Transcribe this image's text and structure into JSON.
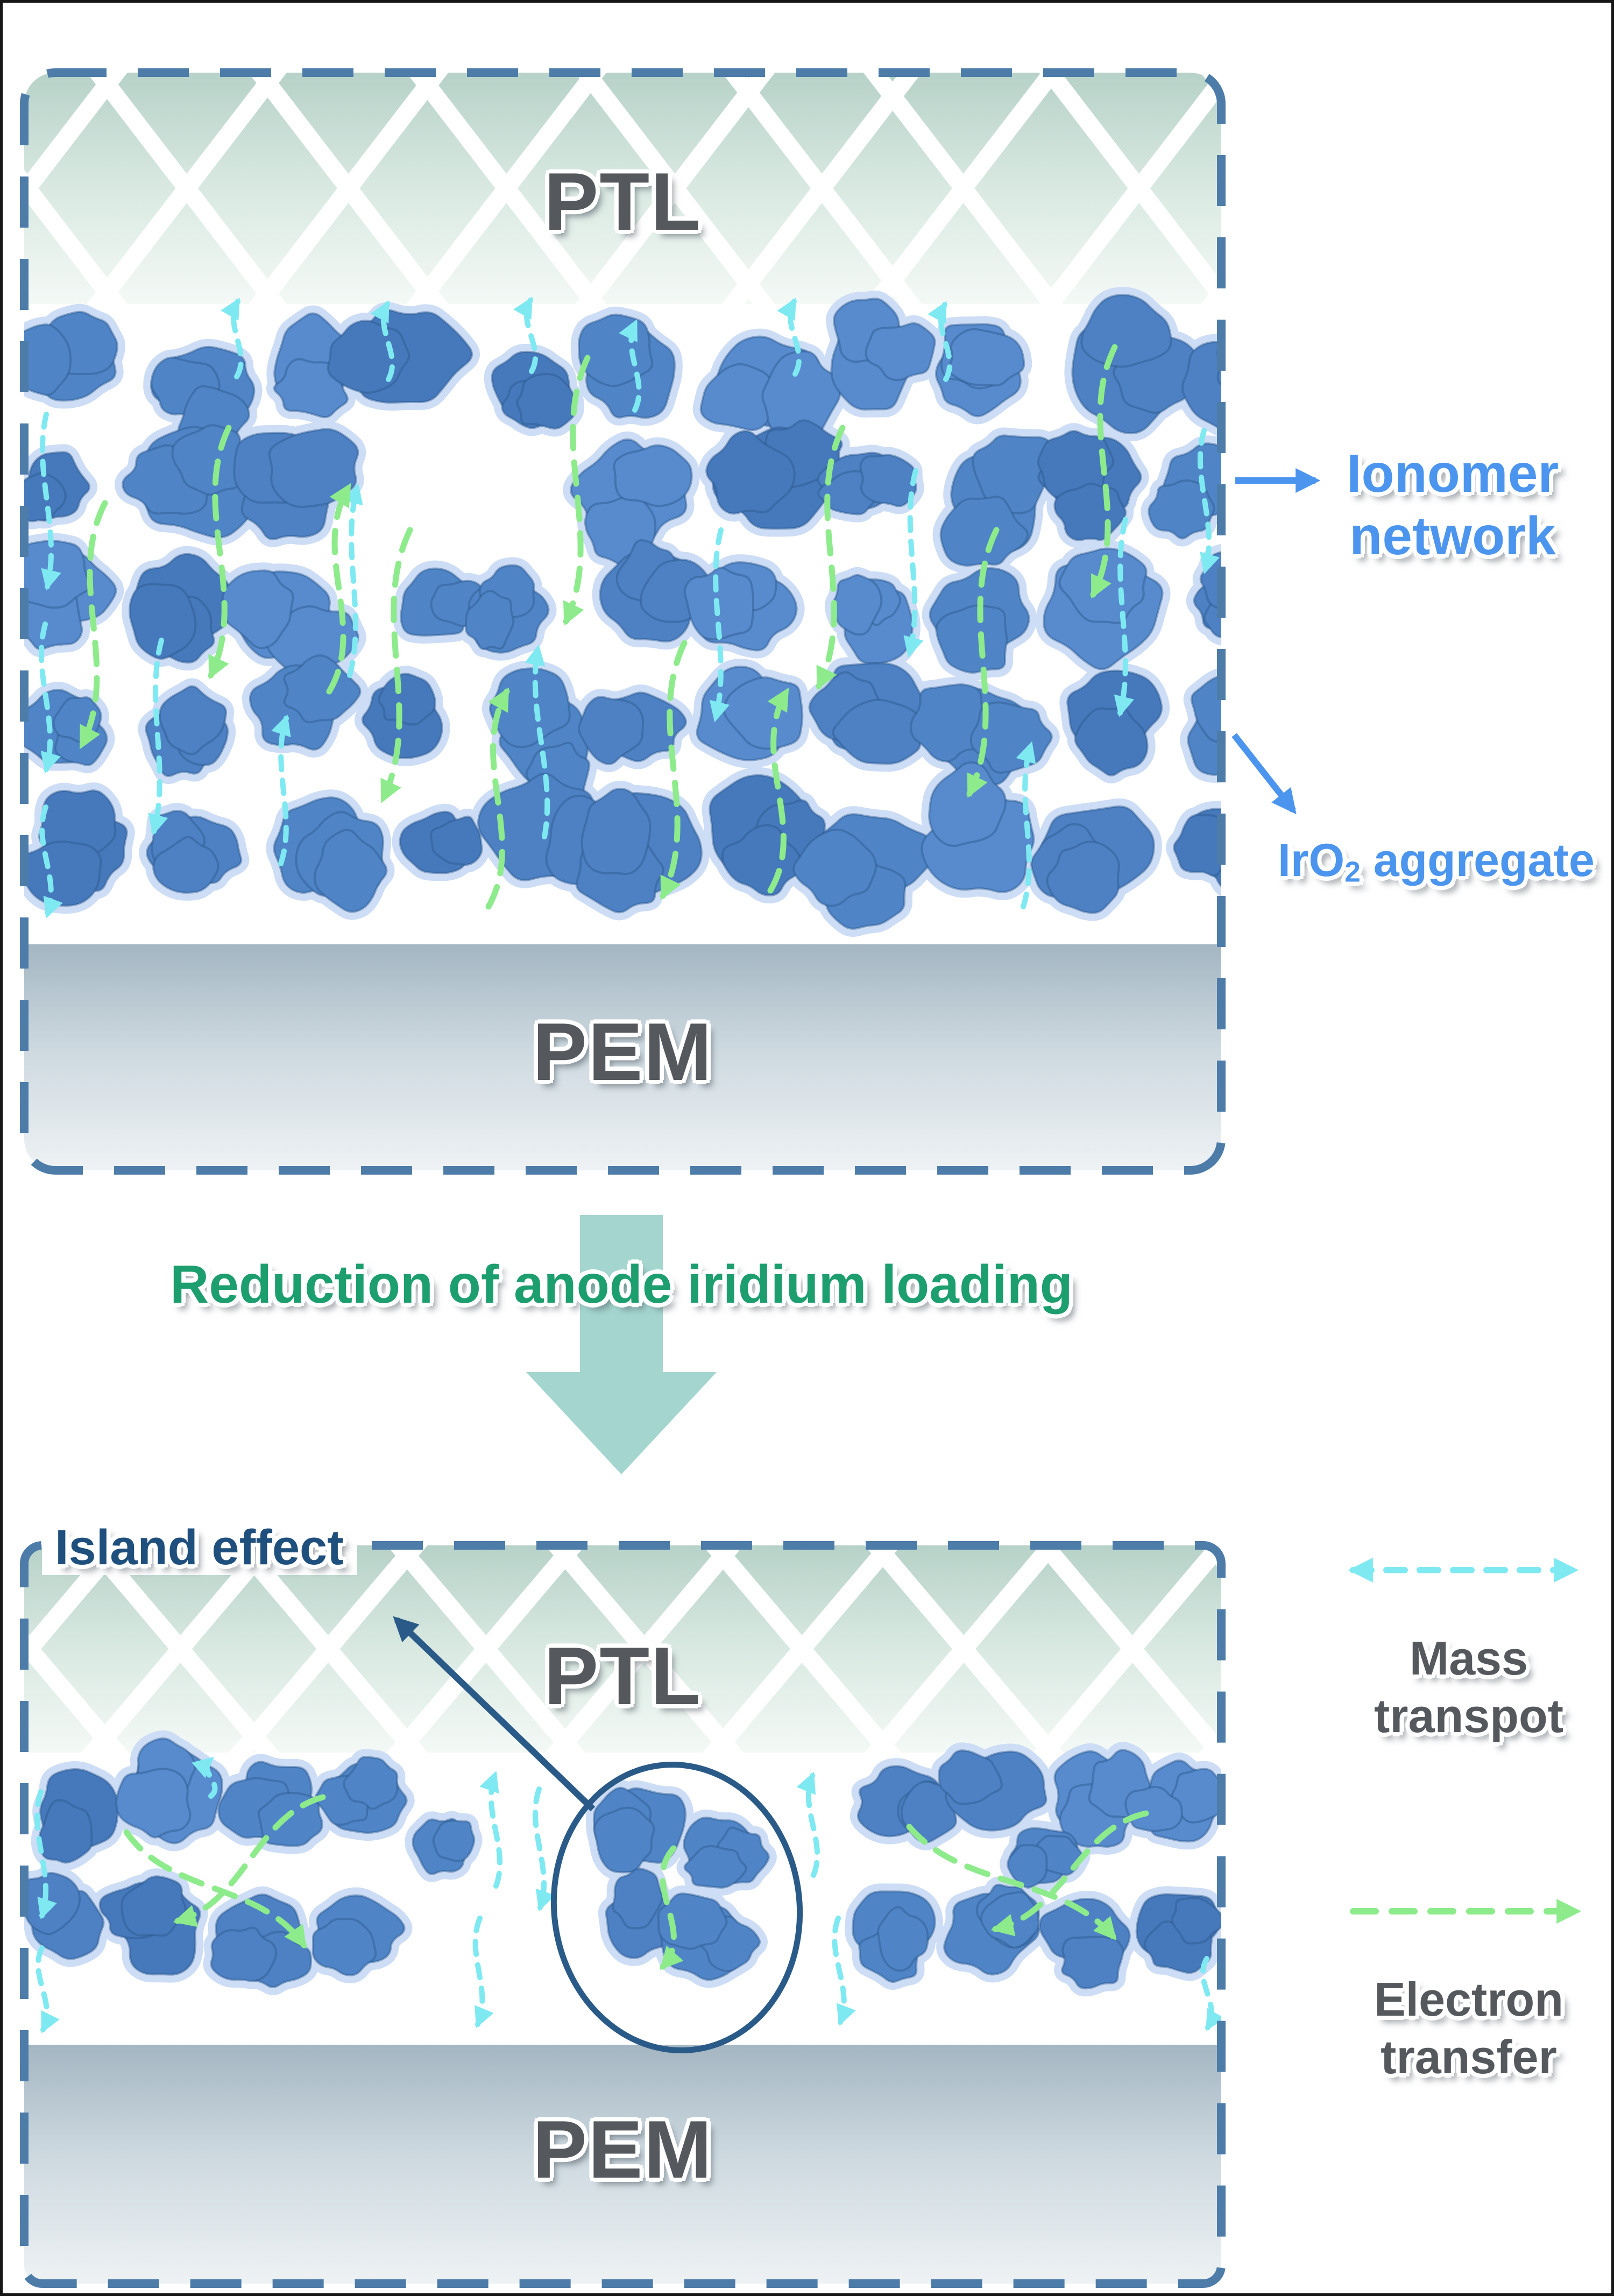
{
  "colors": {
    "blob": "#4d81c3",
    "halo": "#cdddf5",
    "cyan": "#7fe9f2",
    "green": "#8deb8c",
    "border": "#4d7ca9",
    "label_blue": "#4b95ee",
    "navy_arrow": "#2a5a87",
    "caption_green": "#1d9e6e",
    "island_navy": "#1e4f7d",
    "gray_text": "#55595d",
    "ptl_green": "#b7d2c8",
    "pem_gray": "#a4b6c2",
    "transition_arrow": "#a4d6cf"
  },
  "top_panel": {
    "ptl": "PTL",
    "pem": "PEM",
    "ionomer_line1": "Ionomer",
    "ionomer_line2": "network",
    "iro2_prefix": "IrO",
    "iro2_sub": "2",
    "iro2_suffix": " aggregate"
  },
  "transition": {
    "caption": "Reduction of anode iridium loading"
  },
  "bottom_panel": {
    "island": "Island effect",
    "ptl": "PTL",
    "pem": "PEM"
  },
  "legend": {
    "mass_line1": "Mass",
    "mass_line2": "transpot",
    "electron_line1": "Electron",
    "electron_line2": "transfer"
  }
}
